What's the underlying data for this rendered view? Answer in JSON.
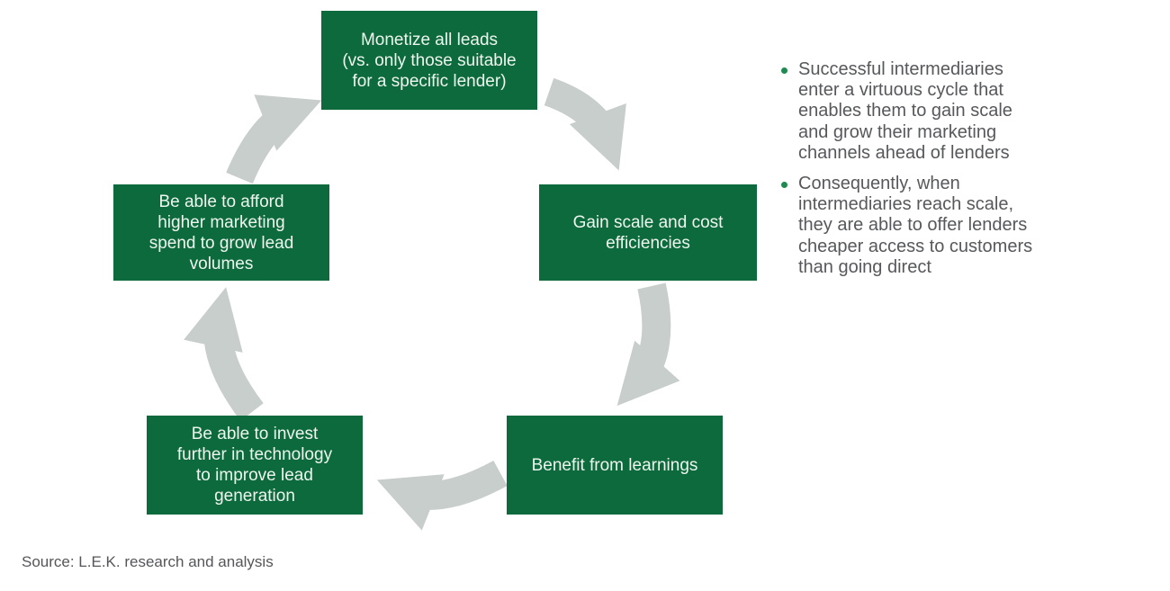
{
  "cycle": {
    "boxes": [
      {
        "id": "monetize-all-leads",
        "label": "Monetize all leads\n(vs. only those suitable\nfor a specific lender)"
      },
      {
        "id": "gain-scale",
        "label": "Gain scale and cost\nefficiencies"
      },
      {
        "id": "benefit-from-learnings",
        "label": "Benefit from learnings"
      },
      {
        "id": "invest-in-technology",
        "label": "Be able to invest\nfurther in technology\nto improve lead\ngeneration"
      },
      {
        "id": "afford-higher-marketing",
        "label": "Be able to afford\nhigher marketing\nspend to grow lead\nvolumes"
      }
    ],
    "arrows": [
      "top-to-right",
      "right-to-bottom-right",
      "bottom-right-to-bottom-left",
      "bottom-left-to-left",
      "left-to-top"
    ]
  },
  "bullets": [
    "Successful intermediaries\nenter a virtuous cycle that\nenables them to gain scale\nand grow their marketing\nchannels ahead of lenders",
    "Consequently, when\nintermediaries reach scale,\nthey are able to offer lenders\ncheaper access to customers\nthan going direct"
  ],
  "source": "Source: L.E.K. research and analysis",
  "colors": {
    "box_green": "#0d6a3c",
    "box_text": "#eef5ef",
    "arrow_gray": "#c8cecb",
    "body_text_gray": "#56585b",
    "bullet_dot_green": "#1e8a4f"
  }
}
